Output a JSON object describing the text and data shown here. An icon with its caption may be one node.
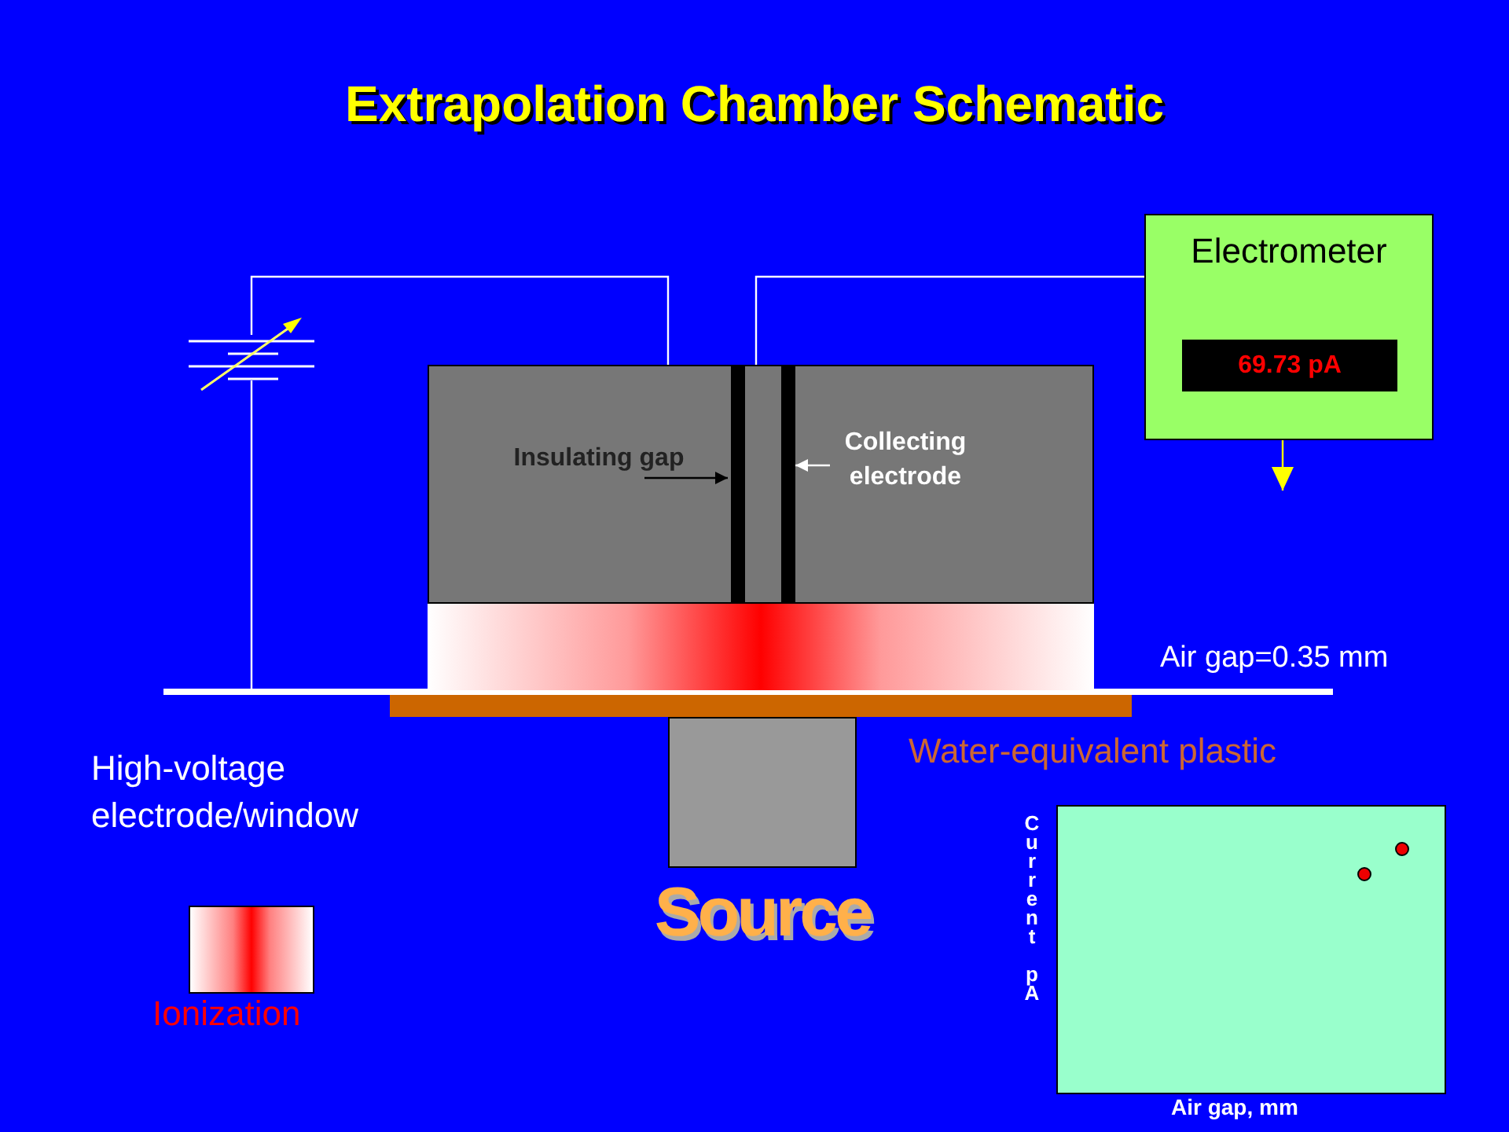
{
  "diagram": {
    "title": "Extrapolation Chamber Schematic",
    "nodes": [
      {
        "text": [],
        "shape": "box"
      },
      {
        "text": [
          "Insulating gap"
        ],
        "in": 0
      },
      {
        "text": [],
        "shape": "bar",
        "in": 0
      },
      {
        "text": [
          "Collecting electrode"
        ],
        "in": 0
      },
      {
        "text": [],
        "shape": "bar",
        "in": 0
      },
      {
        "text": [
          "Electrometer",
          "69.73 pA"
        ]
      },
      {
        "text": [],
        "shape": "battery"
      },
      {
        "text": [],
        "shape": "line"
      },
      {
        "text": [
          "Source"
        ]
      },
      {
        "text": [],
        "shape": "band"
      },
      {
        "text": [],
        "shape": "plate"
      }
    ],
    "edges": [
      {
        "from": 6,
        "to": 0,
        "arrow": "none"
      },
      {
        "from": 6,
        "to": 7,
        "arrow": "none"
      },
      {
        "from": 5,
        "to": 0,
        "arrow": "none"
      },
      {
        "from": 5,
        "to": null,
        "arrow": "to",
        "color": "#ffff00"
      },
      {
        "from": 1,
        "to": 2,
        "arrow": "to",
        "color": "#000000"
      },
      {
        "from": 3,
        "to": 4,
        "arrow": "to"
      }
    ],
    "labels": [
      "Air gap=0.35 mm",
      "High-voltage electrode/window",
      "Water-equivalent plastic",
      "Current pA",
      "Air gap, mm"
    ],
    "legend": [
      {
        "text": "Ionization"
      }
    ]
  }
}
